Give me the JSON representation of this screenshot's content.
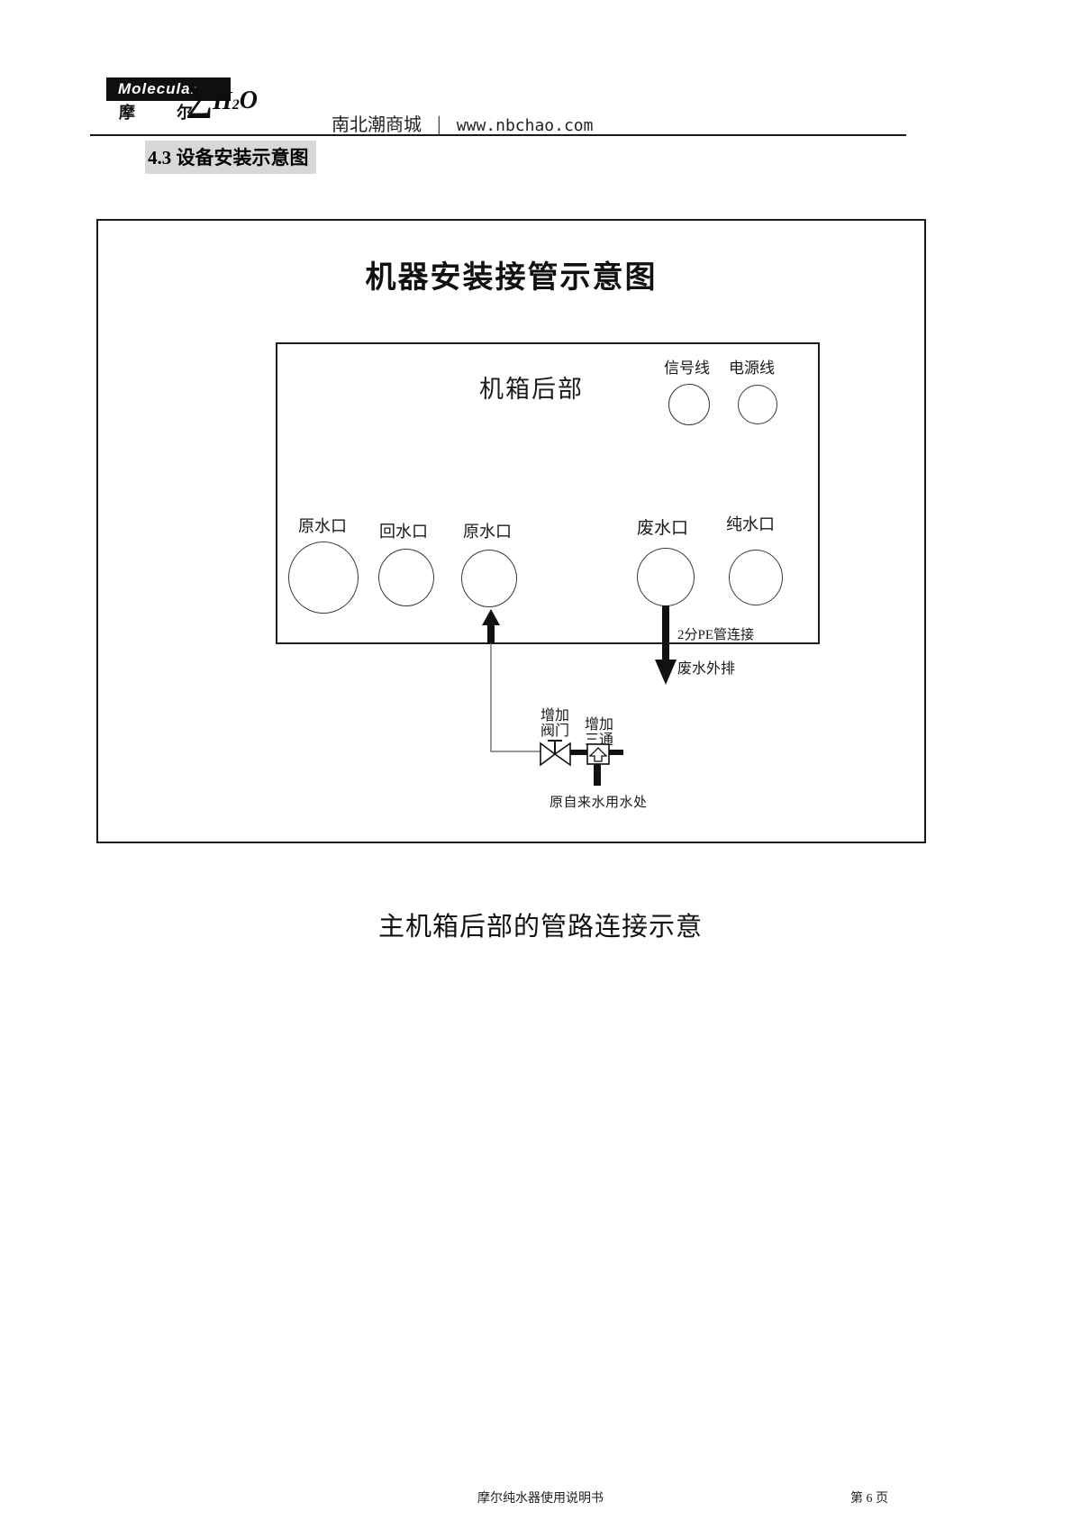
{
  "logo": {
    "brand_en": "Molecular",
    "brand_cn_left": "摩",
    "brand_cn_right": "尔",
    "formula_sigma": "∑",
    "formula_h": "H",
    "formula_sub": "2",
    "formula_o": "O"
  },
  "header": {
    "store": "南北潮商城",
    "separator": "│",
    "url": "www.nbchao.com"
  },
  "section": {
    "heading": "4.3 设备安装示意图"
  },
  "diagram": {
    "title": "机器安装接管示意图",
    "cabinet_label": "机箱后部",
    "top_ports": [
      {
        "label": "信号线"
      },
      {
        "label": "电源线"
      }
    ],
    "bottom_ports": [
      {
        "label": "原水口"
      },
      {
        "label": "回水口"
      },
      {
        "label": "原水口"
      },
      {
        "label": "废水口"
      },
      {
        "label": "纯水口"
      }
    ],
    "annotations": {
      "pe_pipe": "2分PE管连接",
      "waste_out": "废水外排",
      "valve_line1": "增加",
      "valve_line2": "阀门",
      "tee_line1": "增加",
      "tee_line2": "三通",
      "tap_water": "原自来水用水处"
    }
  },
  "caption": "主机箱后部的管路连接示意",
  "footer": {
    "doc_title": "摩尔纯水器使用说明书",
    "page_number": "第 6 页"
  },
  "colors": {
    "ink": "#1a1a1a",
    "pipe": "#111111",
    "thin_line": "#777777",
    "highlight": "#d8d8d8",
    "logo_bg": "#101010"
  }
}
